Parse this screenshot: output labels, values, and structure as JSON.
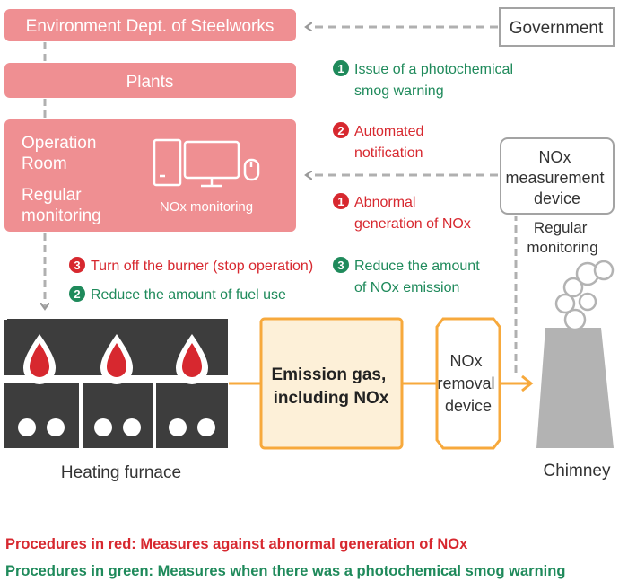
{
  "nodes": {
    "env_dept": "Environment Dept. of Steelworks",
    "government": "Government",
    "plants": "Plants",
    "operation_room": [
      "Operation",
      "Room"
    ],
    "regular_monitoring": [
      "Regular",
      "monitoring"
    ],
    "nox_monitoring": "NOx monitoring",
    "nox_device": [
      "NOx",
      "measurement",
      "device"
    ],
    "device_monitoring": [
      "Regular",
      "monitoring"
    ],
    "heating_furnace": "Heating furnace",
    "emission_gas": [
      "Emission gas,",
      "including NOx"
    ],
    "removal_device": [
      "NOx",
      "removal",
      "device"
    ],
    "chimney": "Chimney"
  },
  "steps": [
    {
      "number": "1",
      "lines": [
        "Issue of a photochemical",
        "smog warning"
      ],
      "color": "green"
    },
    {
      "number": "2",
      "lines": [
        "Automated",
        "notification"
      ],
      "color": "red"
    },
    {
      "number": "1",
      "lines": [
        "Abnormal",
        "generation of NOx"
      ],
      "color": "red"
    },
    {
      "number": "3",
      "lines": [
        "Reduce the amount",
        "of NOx emission"
      ],
      "color": "green"
    },
    {
      "number": "3",
      "lines": [
        "Turn off the burner (stop operation)"
      ],
      "color": "red"
    },
    {
      "number": "2",
      "lines": [
        "Reduce the amount of fuel use"
      ],
      "color": "green"
    }
  ],
  "legend": {
    "red": "Procedures in red: Measures against abnormal generation of NOx",
    "green": "Procedures in green: Measures when there was a photochemical smog warning"
  },
  "colors": {
    "pink_box": "#ef8f92",
    "red_text": "#d7282f",
    "green_text": "#1f8a5b",
    "orange_box": "#f7a93c",
    "orange_fill": "#fdf0d8",
    "arrow_gray": "#b0b0b0",
    "factory_dark": "#3d3d3d",
    "chimney_gray": "#b3b3b3"
  }
}
